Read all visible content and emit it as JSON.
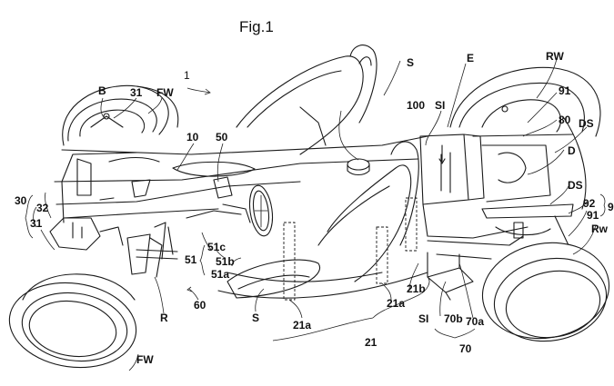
{
  "figure": {
    "title": "Fig.1",
    "labels": {
      "vehicle": "1",
      "B": "B",
      "31_front": "31",
      "FW_top": "FW",
      "FW_bottom": "FW",
      "10": "10",
      "50": "50",
      "S_top": "S",
      "S_bottom": "S",
      "100": "100",
      "SI_top": "SI",
      "SI_bottom": "SI",
      "E": "E",
      "RW_top": "RW",
      "Rw_bottom": "Rw",
      "91_top": "91",
      "91_right": "91",
      "80": "80",
      "DS_top": "DS",
      "DS_mid": "DS",
      "D": "D",
      "92": "92",
      "9": "9",
      "30": "30",
      "32": "32",
      "31_left": "31",
      "51": "51",
      "51c": "51c",
      "51b": "51b",
      "51a": "51a",
      "60": "60",
      "R": "R",
      "21a_left": "21a",
      "21a_right": "21a",
      "21b": "21b",
      "21": "21",
      "70b": "70b",
      "70a": "70a",
      "70": "70"
    }
  }
}
